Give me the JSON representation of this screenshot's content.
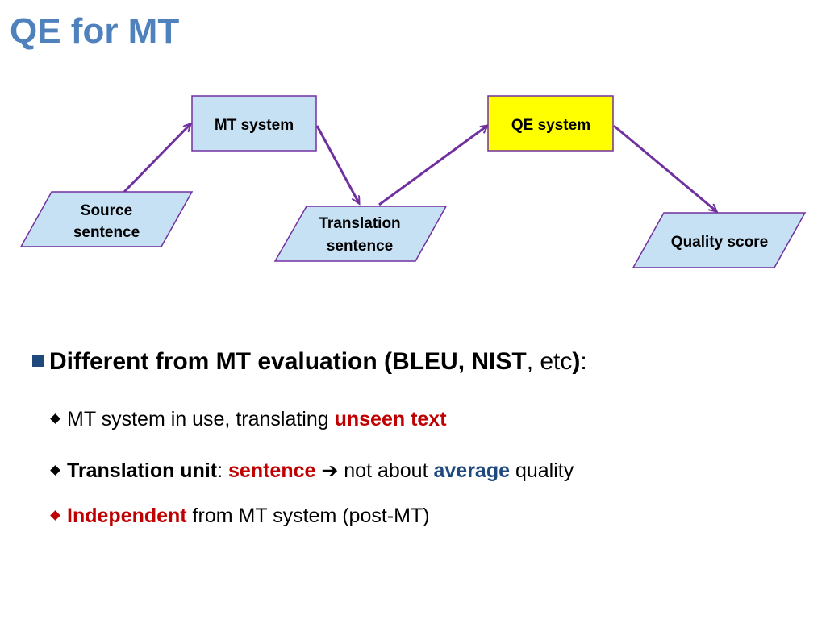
{
  "title": "QE for MT",
  "diagram": {
    "nodes": {
      "source": {
        "line1": "Source",
        "line2": "sentence"
      },
      "mt_system": {
        "label": "MT system"
      },
      "translation": {
        "line1": "Translation",
        "line2": "sentence"
      },
      "qe_system": {
        "label": "QE system"
      },
      "quality": {
        "label": "Quality score"
      }
    },
    "colors": {
      "box_fill": "#c6e0f4",
      "qe_fill": "#ffff00",
      "border": "#7030a0",
      "arrow": "#7030a0"
    }
  },
  "bullets": {
    "main": {
      "bold_text": "Different from MT evaluation (BLEU, NIST",
      "comma": ", ",
      "etc": "etc",
      "end_paren": ")",
      "colon": ":"
    },
    "sub": [
      {
        "plain": "MT system in use, translating ",
        "highlight": "unseen text"
      },
      {
        "bold": "Translation unit",
        "colon": ": ",
        "red": "sentence",
        "arrow": " ➔ ",
        "mid": "not about ",
        "blue": "average",
        "end": " quality"
      },
      {
        "red": "Independent",
        "plain": " from MT system (post-MT)"
      }
    ]
  }
}
